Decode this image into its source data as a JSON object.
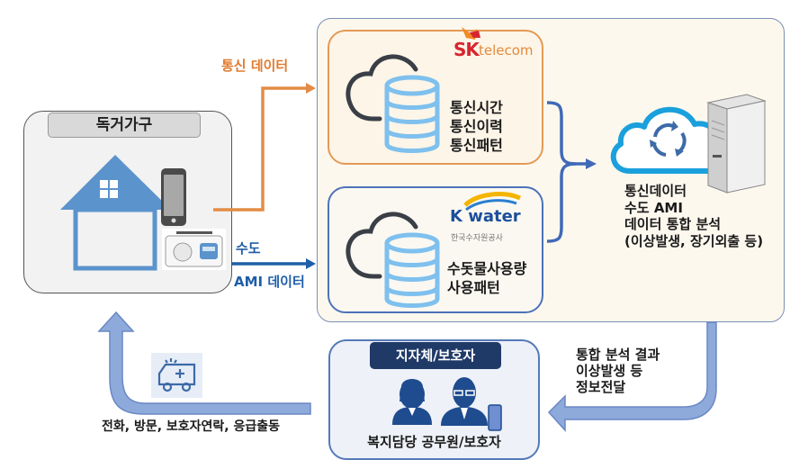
{
  "household": {
    "title": "독거가구",
    "icons": [
      "house-icon",
      "smartphone-icon",
      "water-meter-icon"
    ]
  },
  "flows": {
    "telecom_label": "통신 데이터",
    "water_label_line1": "수도",
    "water_label_line2": "AMI 데이터"
  },
  "telecom_store": {
    "logo_sk": "SK",
    "logo_telecom": "telecom",
    "lines": [
      "통신시간",
      "통신이력",
      "통신패턴"
    ]
  },
  "water_store": {
    "logo": "K water",
    "logo_sub": "한국수자원공사",
    "lines": [
      "수돗물사용량",
      "사용패턴"
    ]
  },
  "analysis": {
    "lines": [
      "통신데이터",
      "수도 AMI",
      "데이터 통합 분석",
      "(이상발생, 장기외출 등)"
    ]
  },
  "result": {
    "lines": [
      "통합 분석 결과",
      "이상발생 등",
      "정보전달"
    ]
  },
  "guardian": {
    "title": "지자체/보호자",
    "caption": "복지담당 공무원/보호자"
  },
  "response": {
    "label": "전화, 방문, 보호자연락, 응급출동"
  },
  "colors": {
    "telecom_orange": "#e07a2e",
    "water_blue": "#1f5ea8",
    "cloud_blue": "#1aa0dc",
    "db_blue": "#7ec0ee",
    "navy": "#203a68",
    "arrow_fill": "#8eaadb"
  }
}
